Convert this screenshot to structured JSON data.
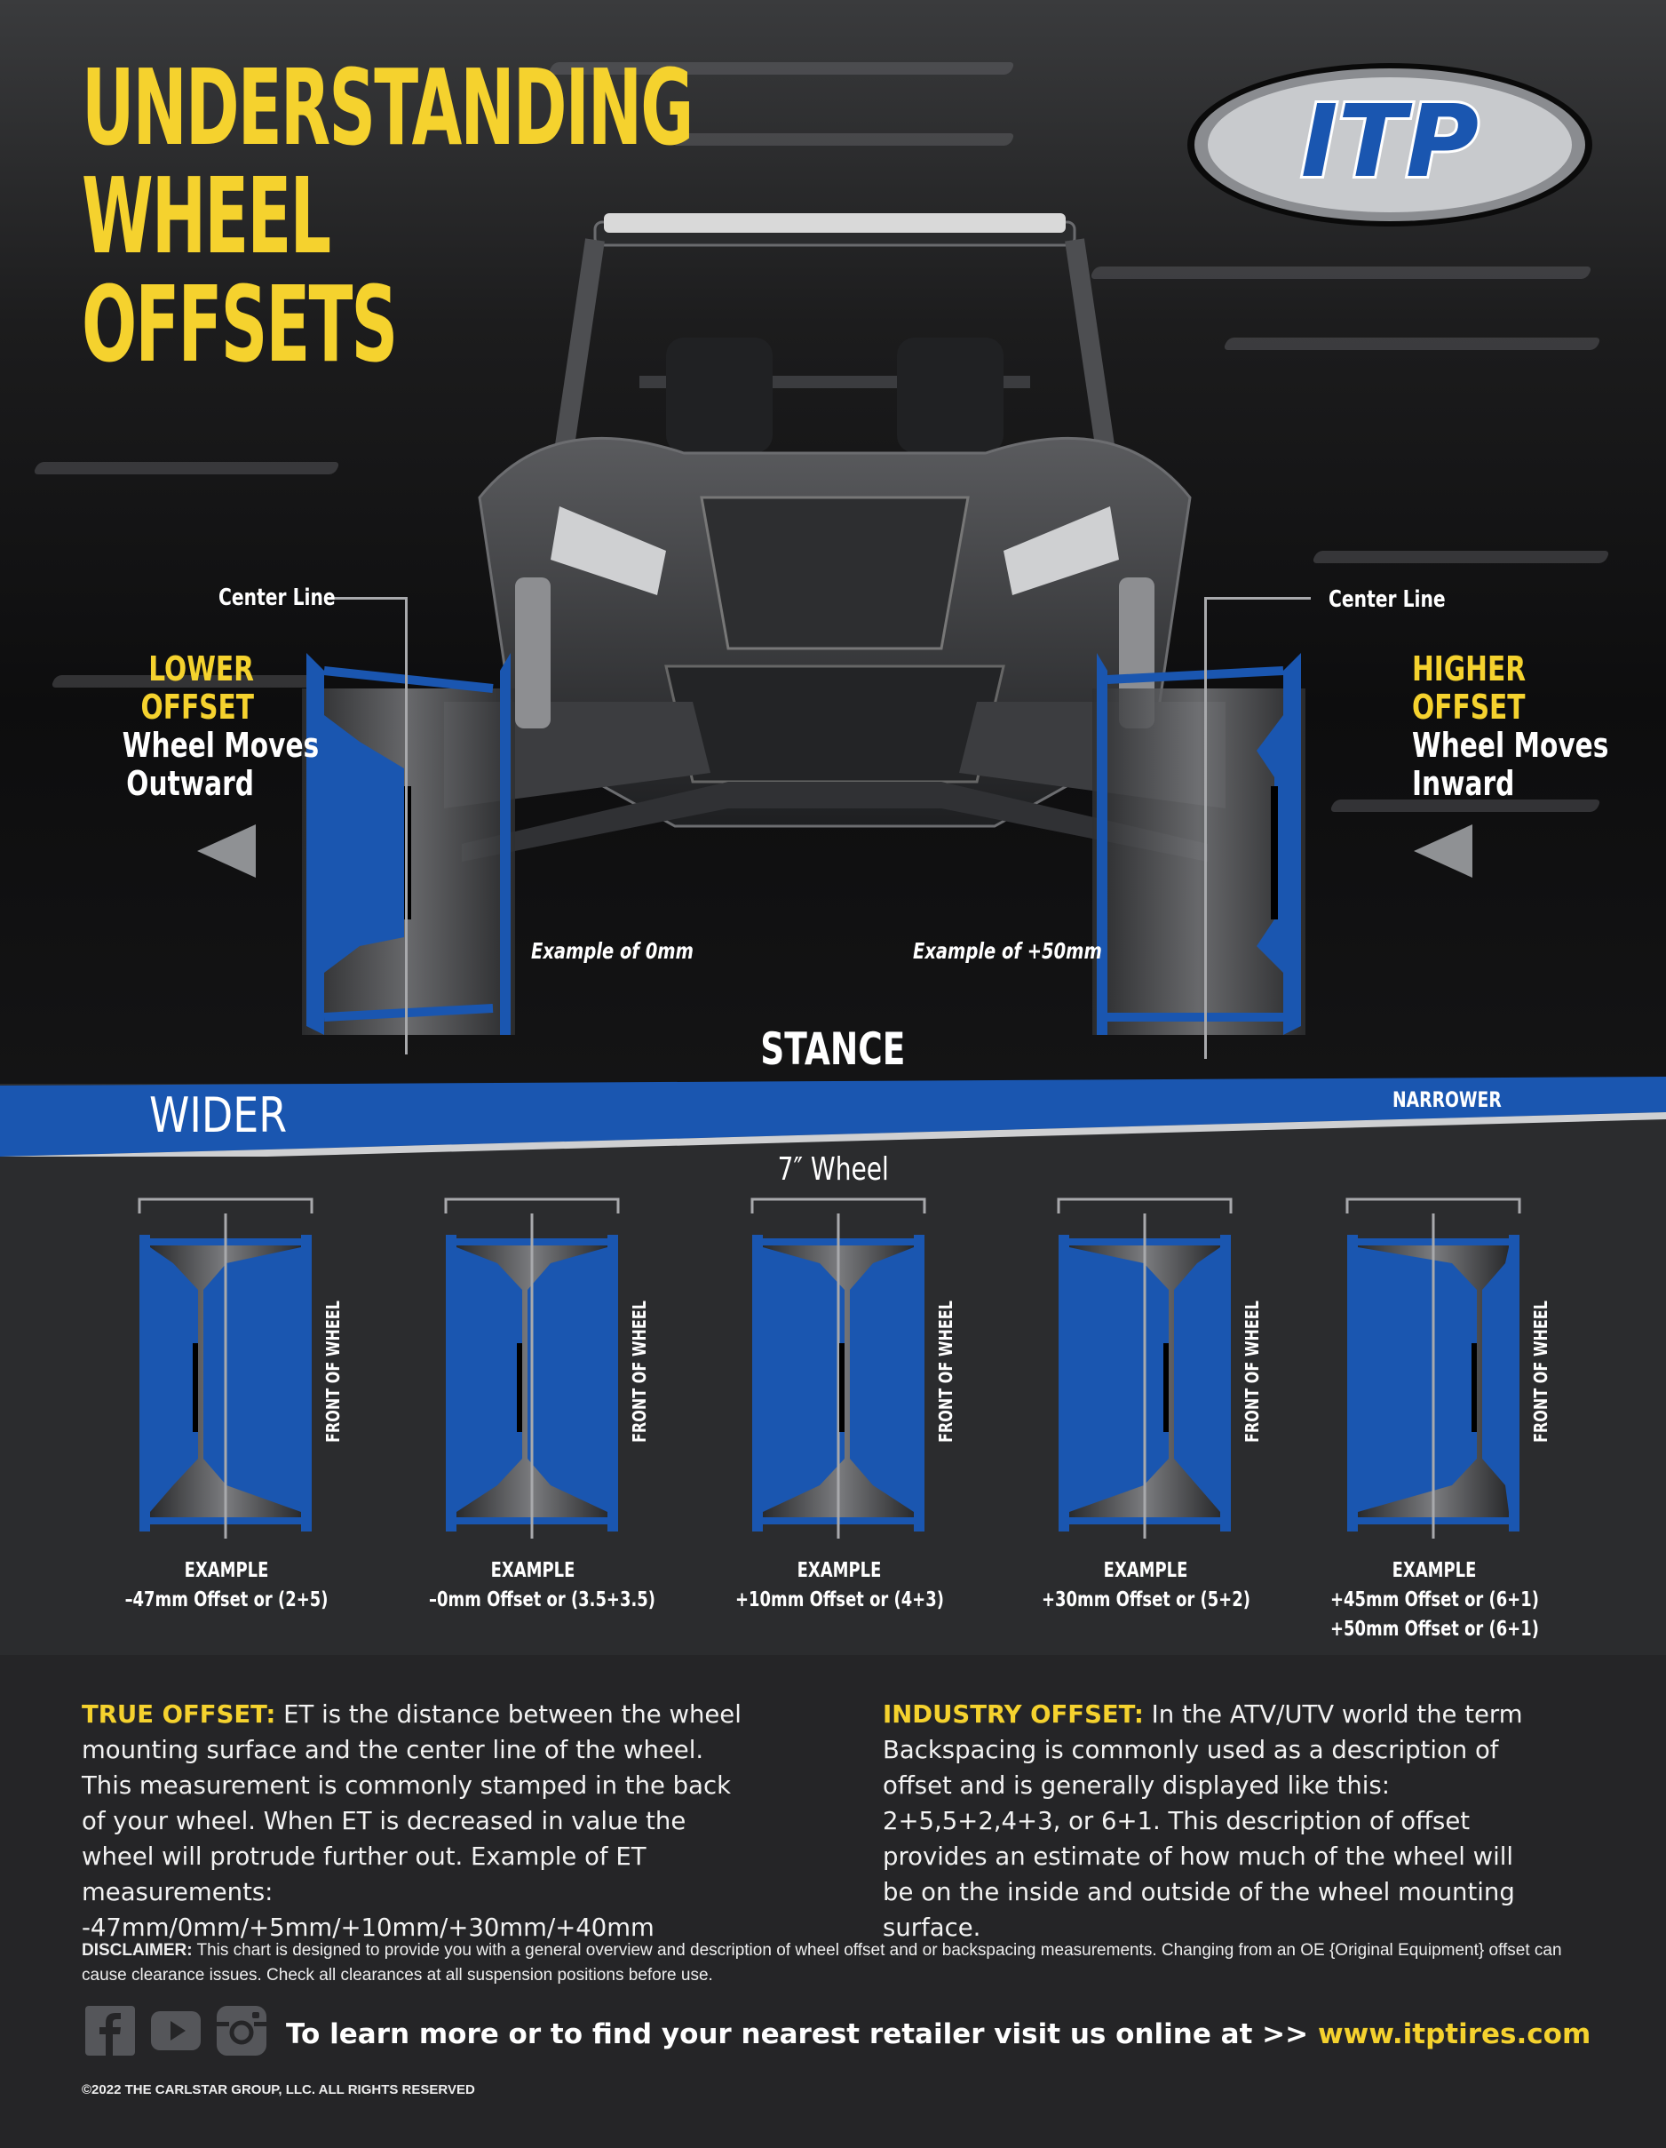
{
  "title_lines": [
    "UNDERSTANDING",
    "WHEEL",
    "OFFSETS"
  ],
  "logo_text": "ITP",
  "left": {
    "center_line": "Center Line",
    "offset_line1": "LOWER",
    "offset_line2": "OFFSET",
    "move_line1": "Wheel Moves",
    "move_line2": "Outward",
    "example": "Example of 0mm"
  },
  "right": {
    "center_line": "Center Line",
    "offset_line1": "HIGHER",
    "offset_line2": "OFFSET",
    "move_line1": "Wheel Moves",
    "move_line2": "Inward",
    "example": "Example of +50mm"
  },
  "stance": "STANCE",
  "wider": "WIDER",
  "narrower": "NARROWER",
  "wheel_size": "7″ Wheel",
  "front_label": "FRONT OF WHEEL",
  "wheels": [
    {
      "example": "EXAMPLE",
      "line1": "–47mm Offset or (2+5)",
      "line2": ""
    },
    {
      "example": "EXAMPLE",
      "line1": "–0mm Offset or (3.5+3.5)",
      "line2": ""
    },
    {
      "example": "EXAMPLE",
      "line1": "+10mm Offset or (4+3)",
      "line2": ""
    },
    {
      "example": "EXAMPLE",
      "line1": "+30mm Offset or (5+2)",
      "line2": ""
    },
    {
      "example": "EXAMPLE",
      "line1": "+45mm Offset or (6+1)",
      "line2": "+50mm Offset or (6+1)"
    }
  ],
  "true_offset": {
    "heading": "TRUE OFFSET:",
    "body": "ET is the distance between the wheel mounting surface and the center line of the wheel. This measurement is commonly stamped in the back of your wheel. When ET is decreased in value the wheel will protrude further out. Example of ET measurements: -47mm/0mm/+5mm/+10mm/+30mm/+40mm"
  },
  "industry_offset": {
    "heading": "INDUSTRY OFFSET:",
    "body": "In the ATV/UTV world the term Backspacing is commonly used as a description of offset and is generally displayed like this: 2+5,5+2,4+3, or 6+1. This description of offset provides an estimate of how much of the wheel will be on the inside and outside of the wheel mounting surface."
  },
  "disclaimer": {
    "heading": "DISCLAIMER:",
    "body": "This chart is designed to provide you with a general overview and description of wheel offset and or backspacing measurements. Changing from an OE {Original Equipment} offset can cause clearance issues. Check all clearances at all suspension positions before use."
  },
  "cta": {
    "text": "To learn more or to find your nearest retailer visit us online at >>",
    "url": "www.itptires.com"
  },
  "copyright": "©2022 THE CARLSTAR GROUP, LLC.  ALL RIGHTS RESERVED",
  "colors": {
    "yellow": "#f5d22e",
    "blue": "#1a56b0",
    "dark": "#252527"
  }
}
